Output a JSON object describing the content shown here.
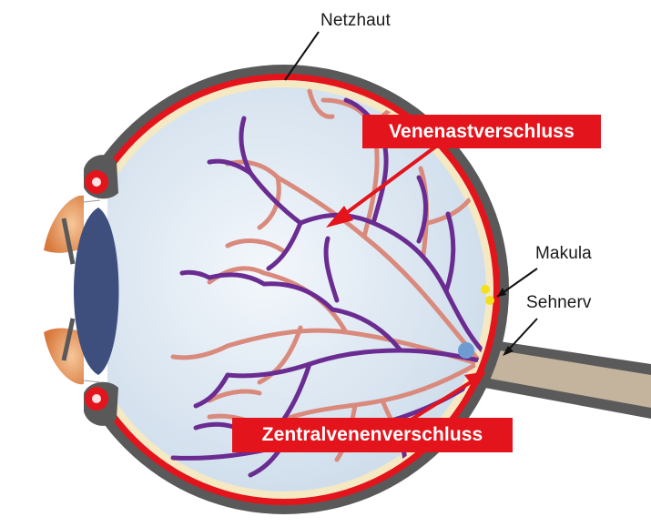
{
  "labels": {
    "netzhaut": "Netzhaut",
    "makula": "Makula",
    "sehnerv": "Sehnerv"
  },
  "callouts": {
    "venenast": "Venenastverschluss",
    "zentralvenen": "Zentralvenenverschluss"
  },
  "colors": {
    "red": "#e3141c",
    "sclera": "#595959",
    "vitreous": "#dce8f3",
    "retina_cream": "#f4e9c2",
    "artery": "#d98a7c",
    "vein": "#6a2c91",
    "lens": "#3e4f7e",
    "iris": "#e89a60",
    "nerve": "#c4b49d",
    "macula": "#f2e020"
  }
}
